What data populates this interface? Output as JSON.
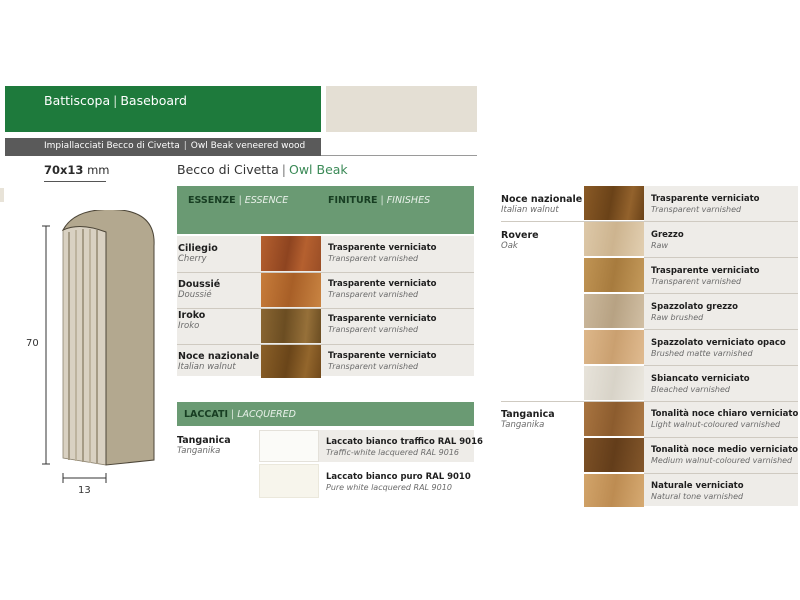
{
  "header": {
    "title_it": "Battiscopa",
    "title_en": "Baseboard",
    "separator": "|"
  },
  "subheader": {
    "text_it": "Impiallacciati Becco di Civetta",
    "text_en": "Owl Beak veneered wood",
    "separator": "|"
  },
  "profile": {
    "size_bold": "70x13",
    "size_unit": "mm",
    "height_label": "70",
    "width_label": "13"
  },
  "section": {
    "title_it": "Becco di Civetta",
    "title_en": "Owl Beak",
    "separator": "|"
  },
  "table_header": {
    "essences_it": "ESSENZE",
    "essences_en": "ESSENCE",
    "finishes_it": "FINITURE",
    "finishes_en": "FINISHES",
    "separator": "|"
  },
  "essences": [
    {
      "name": "Ciliegio",
      "name_en": "Cherry",
      "finish": "Trasparente verniciato",
      "finish_en": "Transparent varnished",
      "color": "#b5602f",
      "color2": "#8e4420"
    },
    {
      "name": "Doussié",
      "name_en": "Doussié",
      "finish": "Trasparente verniciato",
      "finish_en": "Transparent varnished",
      "color": "#c77c3a",
      "color2": "#a85f27"
    },
    {
      "name": "Iroko",
      "name_en": "Iroko",
      "finish": "Trasparente verniciato",
      "finish_en": "Transparent varnished",
      "color": "#8a6632",
      "color2": "#6b4d22"
    },
    {
      "name": "Noce nazionale",
      "name_en": "Italian walnut",
      "finish": "Trasparente verniciato",
      "finish_en": "Transparent varnished",
      "color": "#8b6028",
      "color2": "#6a4519"
    }
  ],
  "lacquered": {
    "band_it": "LACCATI",
    "band_en": "LACQUERED",
    "separator": "|",
    "name": "Tanganica",
    "name_en": "Tanganika",
    "items": [
      {
        "finish": "Laccato bianco traffico RAL 9016",
        "finish_en": "Traffic-white lacquered RAL 9016",
        "color": "#fbfbf8"
      },
      {
        "finish": "Laccato bianco puro RAL 9010",
        "finish_en": "Pure white lacquered RAL 9010",
        "color": "#f7f5ec"
      }
    ]
  },
  "right_groups": [
    {
      "name": "Noce nazionale",
      "name_en": "Italian walnut",
      "items": [
        {
          "finish": "Trasparente verniciato",
          "finish_en": "Transparent varnished",
          "color": "#8a5a26",
          "color2": "#6a4218"
        }
      ]
    },
    {
      "name": "Rovere",
      "name_en": "Oak",
      "items": [
        {
          "finish": "Grezzo",
          "finish_en": "Raw",
          "color": "#ddc8a8",
          "color2": "#cdb48f"
        },
        {
          "finish": "Trasparente verniciato",
          "finish_en": "Transparent varnished",
          "color": "#c09454",
          "color2": "#a77b3e"
        },
        {
          "finish": "Spazzolato grezzo",
          "finish_en": "Raw brushed",
          "color": "#cbb89c",
          "color2": "#b7a283"
        },
        {
          "finish": "Spazzolato verniciato opaco",
          "finish_en": "Brushed matte varnished",
          "color": "#ddb78a",
          "color2": "#caa070"
        },
        {
          "finish": "Sbiancato verniciato",
          "finish_en": "Bleached varnished",
          "color": "#e7e3da",
          "color2": "#d8d3c8"
        }
      ]
    },
    {
      "name": "Tanganica",
      "name_en": "Tanganika",
      "items": [
        {
          "finish": "Tonalità noce chiaro verniciato",
          "finish_en": "Light walnut-coloured varnished",
          "color": "#a87440",
          "color2": "#8c5c2e"
        },
        {
          "finish": "Tonalità noce medio verniciato",
          "finish_en": "Medium walnut-coloured varnished",
          "color": "#7d5126",
          "color2": "#633d1a"
        },
        {
          "finish": "Naturale verniciato",
          "finish_en": "Natural tone varnished",
          "color": "#d2a46a",
          "color2": "#bd8c52"
        }
      ]
    }
  ]
}
